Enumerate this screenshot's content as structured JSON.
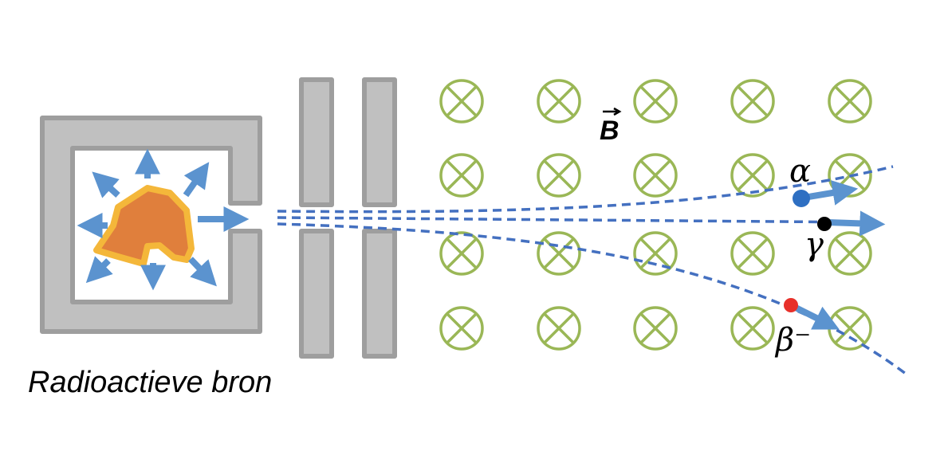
{
  "labels": {
    "source": "Radioactieve bron",
    "field": "B",
    "alpha": "α",
    "gamma": "γ",
    "beta": "β⁻"
  },
  "colors": {
    "housing": "#9e9e9e",
    "plate_fill": "#c0c0c0",
    "source_fill": "#e07f3c",
    "source_border": "#f4b73a",
    "arrow": "#5b93cf",
    "path": "#4470c0",
    "field_symbol": "#9ab756",
    "alpha_dot": "#2e6fc2",
    "gamma_dot": "#000000",
    "beta_dot": "#e8302a"
  },
  "icons": {
    "field": "cross-circle-icon",
    "emission": "arrow-icon"
  }
}
